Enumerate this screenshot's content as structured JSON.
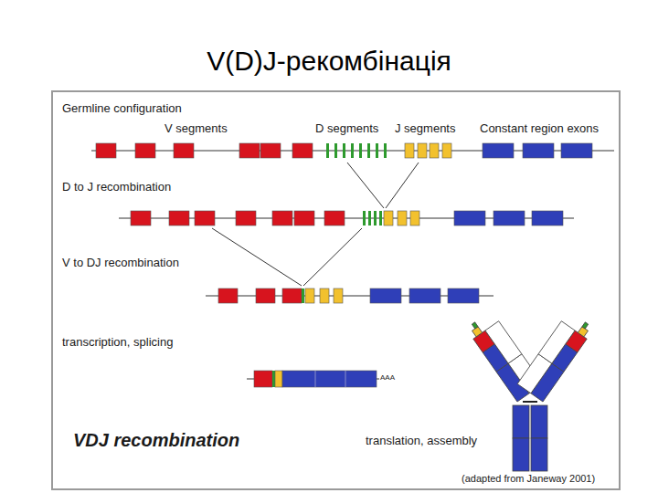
{
  "diagram": {
    "title": "V(D)J-рекомбінація",
    "labels": [
      "Germline configuration",
      "V segments",
      "D segments",
      "J segments",
      "Constant region exons",
      "D to J recombination",
      "V to DJ recombination",
      "transcription, splicing",
      "AAA",
      "VDJ recombination",
      "translation, assembly",
      "(adapted from Janeway 2001)"
    ]
  }
}
